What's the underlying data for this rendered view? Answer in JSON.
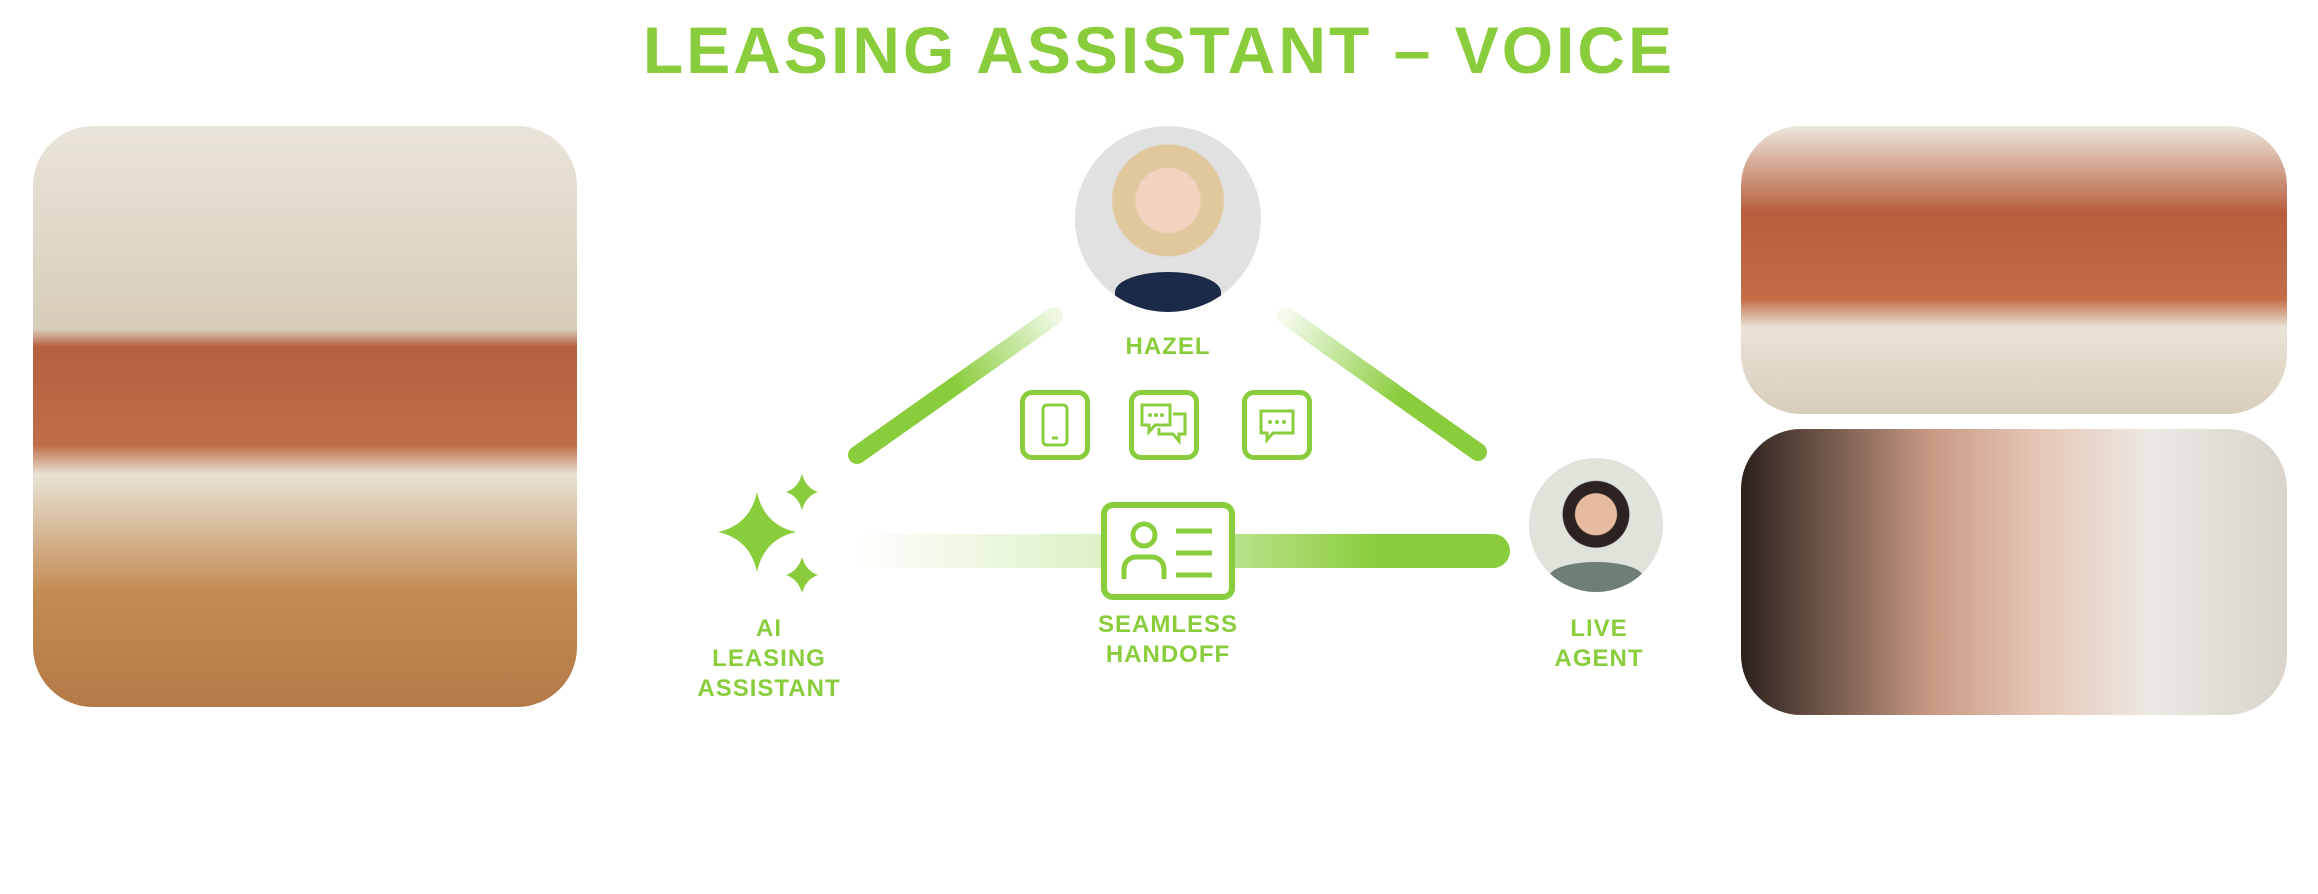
{
  "title": "LEASING ASSISTANT – VOICE",
  "nodes": {
    "top": "HAZEL",
    "left": [
      "AI",
      "LEASING",
      "ASSISTANT"
    ],
    "center": [
      "SEAMLESS",
      "HANDOFF"
    ],
    "right": [
      "LIVE",
      "AGENT"
    ]
  },
  "icons": [
    "sparkles-icon",
    "phone-icon",
    "chat-bubbles-icon",
    "chat-icon",
    "contact-card-icon"
  ],
  "colors": {
    "accent": "#8ACD3C"
  }
}
